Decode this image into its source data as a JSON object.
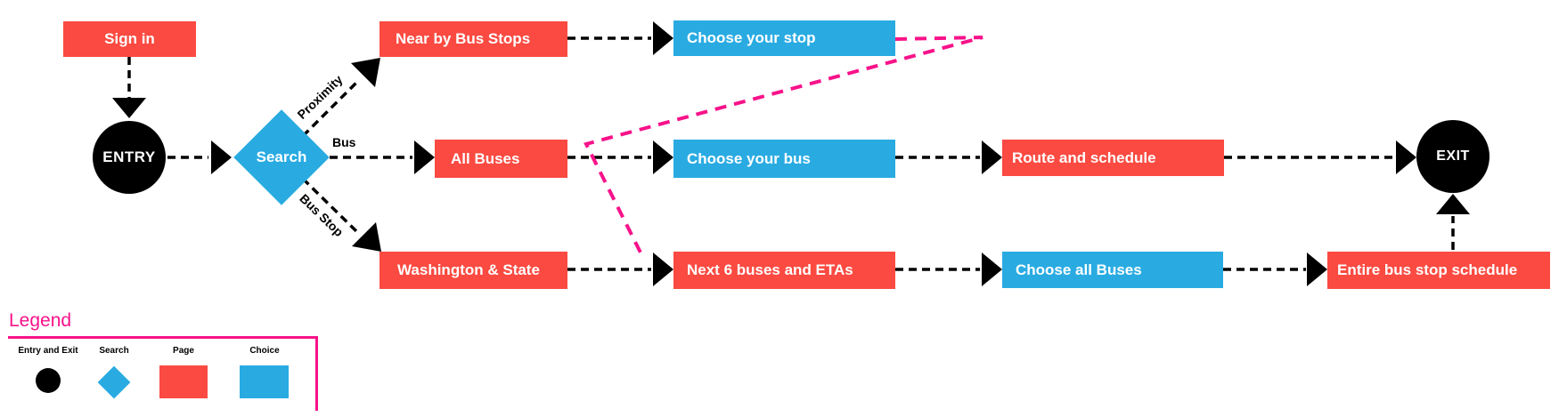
{
  "colors": {
    "page_red": "#FA4A41",
    "choice_blue": "#29ABE2",
    "terminal_black": "#000000",
    "flow_pink": "#F8128A",
    "connector_black": "#000000"
  },
  "nodes": {
    "sign_in": {
      "label": "Sign in",
      "type": "page"
    },
    "entry": {
      "label": "ENTRY",
      "type": "entry-exit"
    },
    "search": {
      "label": "Search",
      "type": "search"
    },
    "near_by_bus_stops": {
      "label": "Near by Bus Stops",
      "type": "page"
    },
    "choose_your_stop": {
      "label": "Choose your stop",
      "type": "choice"
    },
    "all_buses": {
      "label": "All Buses",
      "type": "page"
    },
    "choose_your_bus": {
      "label": "Choose your bus",
      "type": "choice"
    },
    "route_and_schedule": {
      "label": "Route and schedule",
      "type": "page"
    },
    "washington_state": {
      "label": "Washington & State",
      "type": "page"
    },
    "next_6_buses": {
      "label": "Next 6 buses and ETAs",
      "type": "page"
    },
    "choose_all_buses": {
      "label": "Choose all Buses",
      "type": "choice"
    },
    "entire_schedule": {
      "label": "Entire bus stop schedule",
      "type": "page"
    },
    "exit": {
      "label": "EXIT",
      "type": "entry-exit"
    }
  },
  "edge_labels": {
    "proximity": "Proximity",
    "bus": "Bus",
    "bus_stop": "Bus Stop"
  },
  "legend": {
    "title": "Legend",
    "items": [
      {
        "label": "Entry and Exit",
        "shape": "black-circle"
      },
      {
        "label": "Search",
        "shape": "blue-diamond"
      },
      {
        "label": "Page",
        "shape": "red-rectangle"
      },
      {
        "label": "Choice",
        "shape": "blue-rectangle"
      }
    ]
  }
}
